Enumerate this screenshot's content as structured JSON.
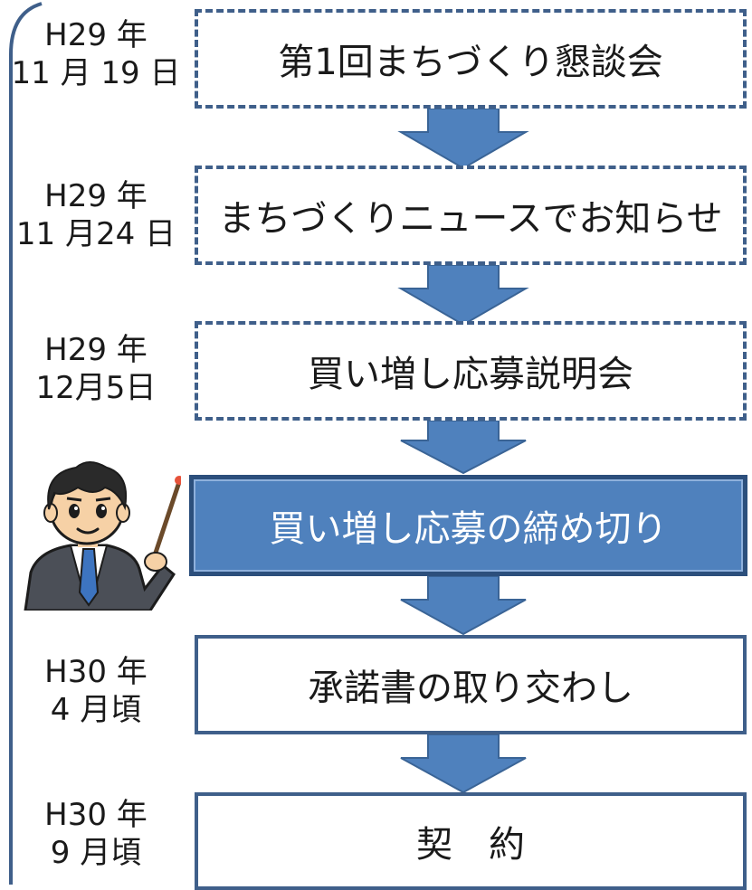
{
  "steps": [
    {
      "date_line1": "H29 年",
      "date_line2": "11 月 19 日",
      "label": "第1回まちづくり懇談会",
      "style": "dashed"
    },
    {
      "date_line1": "H29 年",
      "date_line2": "11 月24 日",
      "label": "まちづくりニュースでお知らせ",
      "style": "dashed"
    },
    {
      "date_line1": "H29 年",
      "date_line2": "12月5日",
      "label": "買い増し応募説明会",
      "style": "dashed"
    },
    {
      "date_line1": "",
      "date_line2": "",
      "label": "買い増し応募の締め切り",
      "style": "highlight"
    },
    {
      "date_line1": "H30 年",
      "date_line2": "4 月頃",
      "label": "承諾書の取り交わし",
      "style": "solid"
    },
    {
      "date_line1": "H30 年",
      "date_line2": "9 月頃",
      "label": "契　約",
      "style": "solid"
    }
  ],
  "colors": {
    "arrow_fill": "#4f81bd",
    "arrow_edge": "#3a6496",
    "highlight_fill": "#4f81bd",
    "border": "#3f5f8a"
  },
  "icons": {
    "presenter": "presenter-with-pointer-icon"
  }
}
